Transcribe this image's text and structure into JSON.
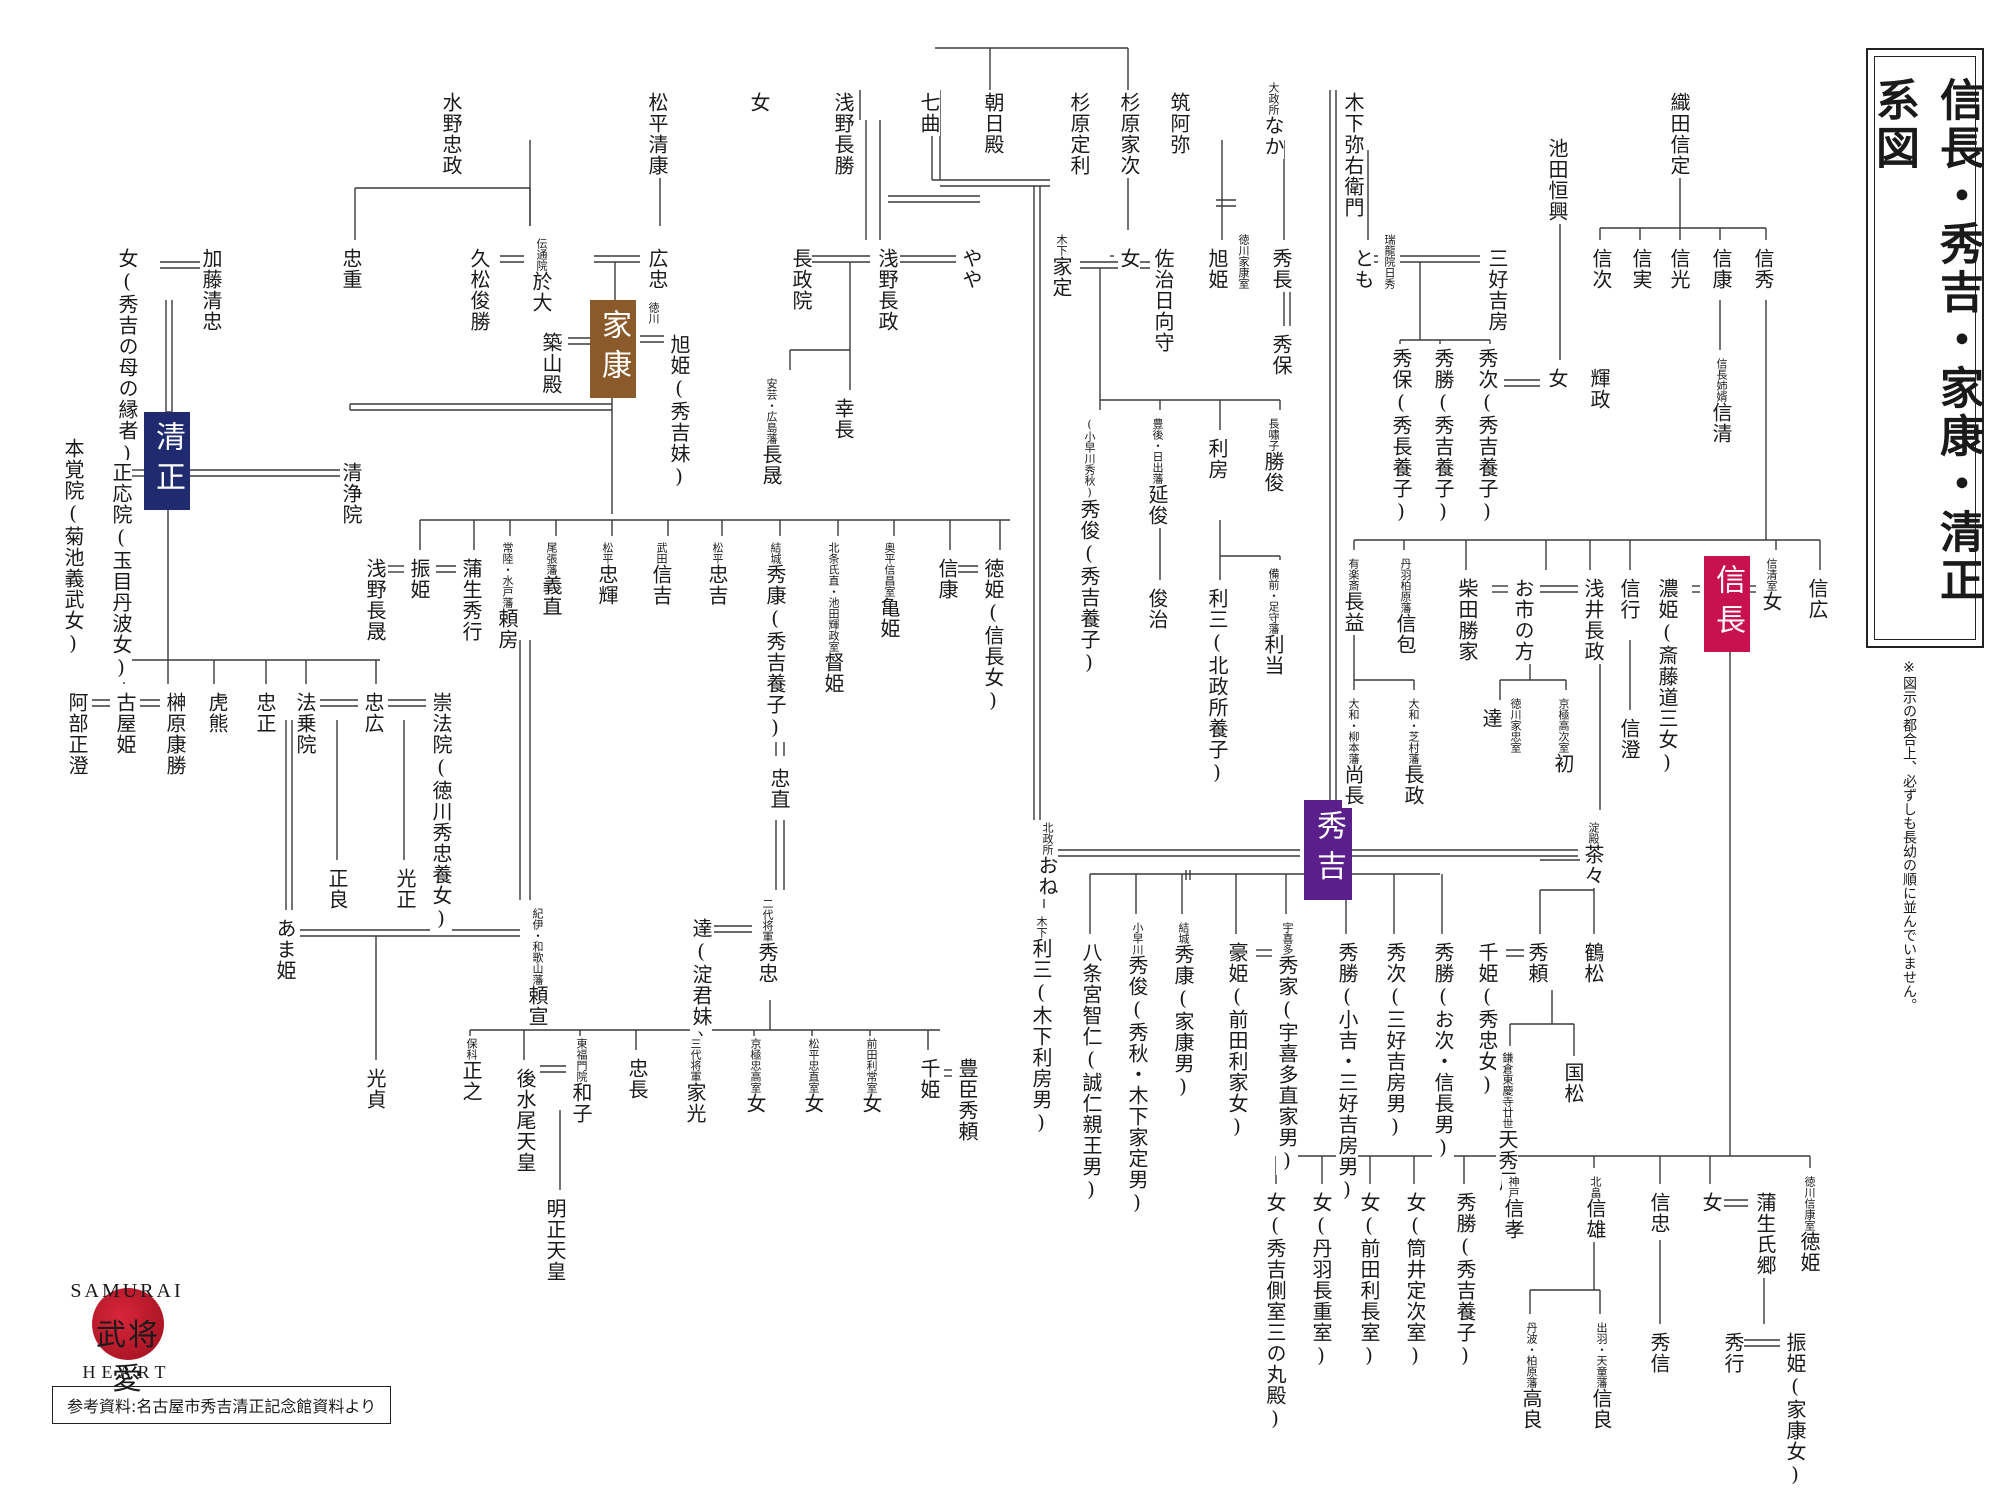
{
  "title": "信長・秀吉・家康・清正系図",
  "note": "※図示の都合上、必ずしも長幼の順に並んでいません。",
  "source": "参考資料:名古屋市秀吉清正記念館資料より",
  "logo": {
    "top": "SAMURAI",
    "kanji": "武将愛",
    "bottom": "HEART"
  },
  "colors": {
    "ieyasu": "#8b5a2b",
    "kiyomasa": "#1f2b6e",
    "hideyoshi": "#5a1f8a",
    "nobunaga": "#c8124f",
    "line": "#3a3a3a",
    "title_border": "#222222"
  },
  "highlight": {
    "ieyasu": "家康",
    "kiyomasa": "清正",
    "hideyoshi": "秀吉",
    "nobunaga": "信長"
  },
  "nodes": {
    "mizuno_tadamasa": {
      "text": "水野忠政"
    },
    "matsudaira_kiyoyasu": {
      "text": "松平清康"
    },
    "tadashige": {
      "text": "忠重"
    },
    "kumatsu": {
      "text": "久松俊勝"
    },
    "odai": {
      "text": "於大",
      "cap": "伝通院"
    },
    "hirotada": {
      "text": "広忠"
    },
    "tsukiyama": {
      "text": "築山殿"
    },
    "tokugawa_cap": {
      "text": "",
      "cap": "徳川"
    },
    "asahi": {
      "text": "旭姫(秀吉妹)"
    },
    "kato_kiyotada": {
      "text": "加藤清忠"
    },
    "onna_kiyo": {
      "text": "女(秀吉の母の縁者)"
    },
    "hongakuin": {
      "text": "本覚院(菊池義武女)"
    },
    "shoouin": {
      "text": "正応院(玉目丹波女)"
    },
    "seijoin": {
      "text": "清浄院"
    },
    "asano_nagakatsu": {
      "text": "浅野長勝"
    },
    "onna_top": {
      "text": "女"
    },
    "shichikyoku": {
      "text": "七曲"
    },
    "asahidono": {
      "text": "朝日殿"
    },
    "sugihara_sadatoshi": {
      "text": "杉原定利"
    },
    "sugihara_ietsugu": {
      "text": "杉原家次"
    },
    "chikuami": {
      "text": "筑阿弥"
    },
    "naka": {
      "text": "なか",
      "cap": "大政所"
    },
    "kinoshita_yaemon": {
      "text": "木下弥右衛門"
    },
    "chouseiin": {
      "text": "長政院"
    },
    "asano_nagamasa": {
      "text": "浅野長政"
    },
    "yaya": {
      "text": "やや"
    },
    "iesada": {
      "text": "家定",
      "cap": "木下"
    },
    "onna_sug": {
      "text": "女"
    },
    "sato": {
      "text": "佐治日向守"
    },
    "asahi_hime": {
      "text": "旭姫"
    },
    "tokugawa_ieyasu_shitsu": {
      "text": "",
      "cap": "徳川家康室"
    },
    "hidenaga": {
      "text": "秀長"
    },
    "hideyasu_son": {
      "text": "秀保"
    },
    "tomo": {
      "text": "とも"
    },
    "zuiryuin": {
      "text": "",
      "cap": "瑞龍院日秀"
    },
    "miyoshi": {
      "text": "三好吉房"
    },
    "nagaakira_hiroshima": {
      "text": "長晟",
      "cap": "安芸・広島藩"
    },
    "yoshinaga": {
      "text": "幸長"
    },
    "hidetoshi_kobayakawa": {
      "text": "秀俊(秀吉養子)",
      "cap": "(小早川秀秋)"
    },
    "nobutoshi": {
      "text": "延俊",
      "cap": "豊後・日出藩"
    },
    "toshifusa": {
      "text": "利房"
    },
    "katsutoshi": {
      "text": "勝俊",
      "cap": "長嘯子"
    },
    "toshiharu": {
      "text": "俊治"
    },
    "rizou": {
      "text": "利三(北政所養子)"
    },
    "toshimasa": {
      "text": "利当",
      "cap": "備前・足守藩"
    },
    "hideyasu_miyoshi": {
      "text": "秀保(秀長養子)"
    },
    "hidekatsu_miyoshi": {
      "text": "秀勝(秀吉養子)"
    },
    "hidetsugu": {
      "text": "秀次(秀吉養子)"
    },
    "onna_ikeda": {
      "text": "女"
    },
    "terumasa": {
      "text": "輝政"
    },
    "ikeda_tsuneoki": {
      "text": "池田恒興"
    },
    "oda_nobusada": {
      "text": "織田信定"
    },
    "nobutsugu": {
      "text": "信次"
    },
    "nobuzane": {
      "text": "信実"
    },
    "nobumitsu": {
      "text": "信光"
    },
    "nobuyasu": {
      "text": "信康"
    },
    "nobuhide": {
      "text": "信秀"
    },
    "nobukiyo": {
      "text": "信清",
      "cap": "信長姉婿"
    },
    "furihime": {
      "text": "振姫"
    },
    "asano_nagaakira": {
      "text": "浅野長晟"
    },
    "gamo_hideyuki": {
      "text": "蒲生秀行"
    },
    "yorifusa": {
      "text": "頼房",
      "cap": "常陸・水戸藩"
    },
    "yoshinao": {
      "text": "義直",
      "cap": "尾張藩"
    },
    "tadateru": {
      "text": "忠輝",
      "cap": "松平"
    },
    "nobuyoshi": {
      "text": "信吉",
      "cap": "武田"
    },
    "tadayoshi": {
      "text": "忠吉",
      "cap": "松平"
    },
    "hideyasu_yuki": {
      "text": "秀康(秀吉養子)",
      "cap": "結城"
    },
    "tokuhime_ie": {
      "text": "督姫",
      "cap": "北条氏直・池田輝政室"
    },
    "kamehime": {
      "text": "亀姫",
      "cap": "奥平信昌室"
    },
    "nobuyasu_ie": {
      "text": "信康"
    },
    "tokuhime_nobu": {
      "text": "徳姫(信長女)"
    },
    "tadanao": {
      "text": "忠直"
    },
    "abe_masazumi": {
      "text": "阿部正澄"
    },
    "koyahime": {
      "text": "古屋姫"
    },
    "sakakibara": {
      "text": "榊原康勝"
    },
    "torakuma": {
      "text": "虎熊"
    },
    "tadamasa": {
      "text": "忠正"
    },
    "hojoin": {
      "text": "法乗院"
    },
    "tadahiro": {
      "text": "忠広"
    },
    "suhoin": {
      "text": "崇法院(徳川秀忠養女)"
    },
    "masayoshi": {
      "text": "正良"
    },
    "mitsumasa": {
      "text": "光正"
    },
    "amahime": {
      "text": "あま姫"
    },
    "yorinobu": {
      "text": "頼宣",
      "cap": "紀伊・和歌山藩"
    },
    "mitsusada": {
      "text": "光貞"
    },
    "tatsu": {
      "text": "達(淀君妹)"
    },
    "hidetada": {
      "text": "秀忠",
      "cap": "二代将軍"
    },
    "masayuki": {
      "text": "正之",
      "cap": "保科"
    },
    "gomizuno": {
      "text": "後水尾天皇"
    },
    "kazuko": {
      "text": "和子",
      "cap": "東福門院"
    },
    "meisho": {
      "text": "明正天皇"
    },
    "tadanaga": {
      "text": "忠長"
    },
    "iemitsu": {
      "text": "家光",
      "cap": "三代将軍"
    },
    "onna_kyogoku": {
      "text": "女",
      "cap": "京極忠高室"
    },
    "onna_matsudaira": {
      "text": "女",
      "cap": "松平忠直室"
    },
    "onna_maeda": {
      "text": "女",
      "cap": "前田利常室"
    },
    "senhime": {
      "text": "千姫"
    },
    "toyotomi_hideyori": {
      "text": "豊臣秀頼"
    },
    "nene": {
      "text": "おね",
      "cap": "北政所"
    },
    "toshifusa_kinoshita": {
      "text": "利三(木下利房男)",
      "cap": "木下"
    },
    "chacha": {
      "text": "茶々",
      "cap": "淀殿"
    },
    "hachijo": {
      "text": "八条宮智仁(誠仁親王男)"
    },
    "hidetoshi2": {
      "text": "秀俊(秀秋・木下家定男)",
      "cap": "小早川"
    },
    "hideyasu2": {
      "text": "秀康(家康男)",
      "cap": "結城"
    },
    "gohime": {
      "text": "豪姫(前田利家女)"
    },
    "hideie": {
      "text": "秀家(宇喜多直家男)",
      "cap": "宇喜多"
    },
    "hidekatsu2": {
      "text": "秀勝(小吉・三好吉房男)"
    },
    "hidetsugu2": {
      "text": "秀次(三好吉房男)"
    },
    "hidekatsu3": {
      "text": "秀勝(お次・信長男)"
    },
    "senhime2": {
      "text": "千姫(秀忠女)"
    },
    "hideyori": {
      "text": "秀頼"
    },
    "tsurumatsu": {
      "text": "鶴松"
    },
    "tenshuni": {
      "text": "天秀尼",
      "cap": "鎌倉東慶寺廿世"
    },
    "kunimatsu": {
      "text": "国松"
    },
    "nagamasu": {
      "text": "長益",
      "cap": "有楽斎"
    },
    "nobukane": {
      "text": "信包",
      "cap": "丹羽柏原藩"
    },
    "shibata": {
      "text": "柴田勝家"
    },
    "oichi": {
      "text": "お市の方"
    },
    "azai": {
      "text": "浅井長政"
    },
    "nobuyuki": {
      "text": "信行"
    },
    "nohime": {
      "text": "濃姫(斎藤道三女)"
    },
    "onna_nobu": {
      "text": "女",
      "cap": "信清室"
    },
    "nobuhiro": {
      "text": "信広"
    },
    "naonaga": {
      "text": "尚長",
      "cap": "大和・柳本藩"
    },
    "nagamasa_shiba": {
      "text": "長政",
      "cap": "大和・芝村藩"
    },
    "tatsu2": {
      "text": "達"
    },
    "tokugawa_hidetada_shitsu": {
      "text": "",
      "cap": "徳川家忠室"
    },
    "hatsu": {
      "text": "初",
      "cap": "京極高次室"
    },
    "nobusumi": {
      "text": "信澄"
    },
    "onna_hideyoshi_sokushitsu": {
      "text": "女(秀吉側室三の丸殿)"
    },
    "onna_niwa": {
      "text": "女(丹羽長重室)"
    },
    "onna_maeda2": {
      "text": "女(前田利長室)"
    },
    "onna_tsutsui": {
      "text": "女(筒井定次室)"
    },
    "hidekatsu_nobu": {
      "text": "秀勝(秀吉養子)"
    },
    "nobutaka": {
      "text": "信孝",
      "cap": "神戸"
    },
    "nobukatsu": {
      "text": "信雄",
      "cap": "北畠"
    },
    "nobutada": {
      "text": "信忠"
    },
    "onna_gamo": {
      "text": "女"
    },
    "gamo_ujisato": {
      "text": "蒲生氏郷"
    },
    "tokuhime2": {
      "text": "徳姫",
      "cap": "徳川信康室"
    },
    "takayoshi": {
      "text": "高良",
      "cap": "丹波・柏原藩"
    },
    "nobuyoshi2": {
      "text": "信良",
      "cap": "出羽・天童藩"
    },
    "hidenobu": {
      "text": "秀信"
    },
    "hideyuki2": {
      "text": "秀行"
    },
    "furihime2": {
      "text": "振姫(家康女)"
    }
  }
}
